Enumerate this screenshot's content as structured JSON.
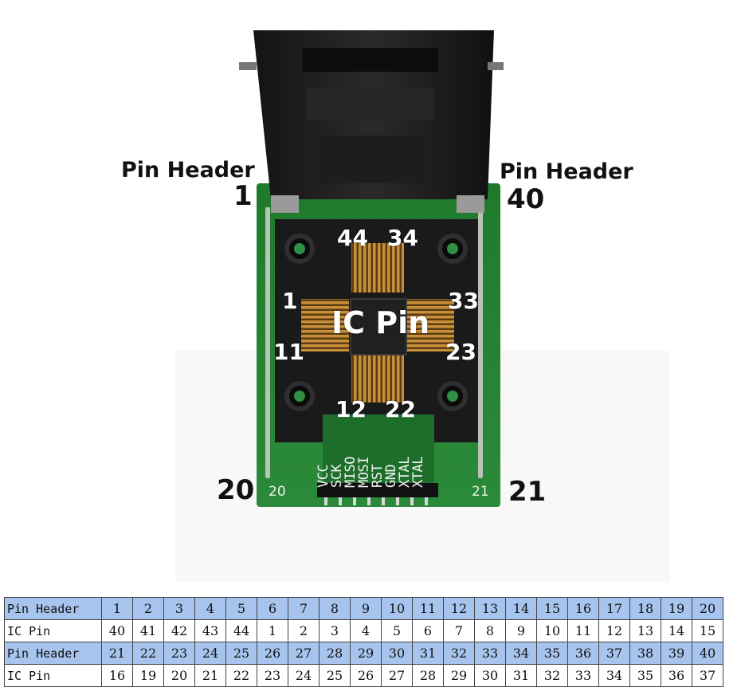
{
  "labels": {
    "pin_header_left": "Pin Header",
    "pin_header_right": "Pin Header",
    "left_top_num": "1",
    "right_top_num": "40",
    "left_bottom_num": "20",
    "right_bottom_num": "21",
    "ic_pin": "IC Pin",
    "chip_44": "44",
    "chip_34": "34",
    "chip_1": "1",
    "chip_33": "33",
    "chip_11": "11",
    "chip_23": "23",
    "chip_12": "12",
    "chip_22": "22",
    "silk_20": "20",
    "silk_21": "21"
  },
  "signal_pins": [
    "VCC",
    "SCK",
    "MISO",
    "MOSI",
    "RST",
    "GND",
    "XTAL",
    "XTAL"
  ],
  "table": {
    "rows": [
      {
        "label": "Pin Header",
        "kind": "hdr",
        "values": [
          "1",
          "2",
          "3",
          "4",
          "5",
          "6",
          "7",
          "8",
          "9",
          "10",
          "11",
          "12",
          "13",
          "14",
          "15",
          "16",
          "17",
          "18",
          "19",
          "20"
        ]
      },
      {
        "label": "IC Pin",
        "kind": "ic",
        "values": [
          "40",
          "41",
          "42",
          "43",
          "44",
          "1",
          "2",
          "3",
          "4",
          "5",
          "6",
          "7",
          "8",
          "9",
          "10",
          "11",
          "12",
          "13",
          "14",
          "15"
        ]
      },
      {
        "label": "Pin Header",
        "kind": "hdr",
        "values": [
          "21",
          "22",
          "23",
          "24",
          "25",
          "26",
          "27",
          "28",
          "29",
          "30",
          "31",
          "32",
          "33",
          "34",
          "35",
          "36",
          "37",
          "38",
          "39",
          "40"
        ]
      },
      {
        "label": "IC Pin",
        "kind": "ic",
        "values": [
          "16",
          "19",
          "20",
          "21",
          "22",
          "23",
          "24",
          "25",
          "26",
          "27",
          "28",
          "29",
          "30",
          "31",
          "32",
          "33",
          "34",
          "35",
          "36",
          "37"
        ]
      }
    ]
  }
}
